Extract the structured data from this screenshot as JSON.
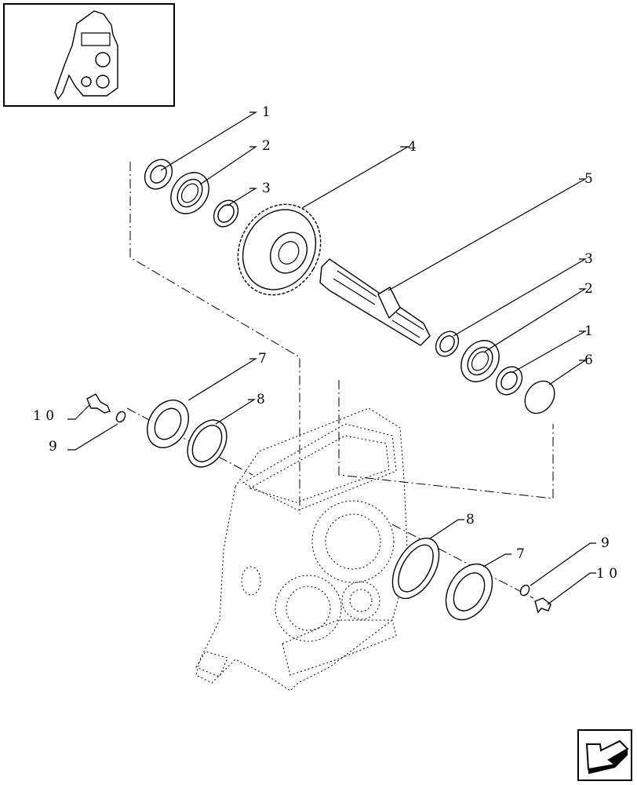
{
  "diagram": {
    "callouts": {
      "c1a": "1",
      "c2a": "2",
      "c3a": "3",
      "c4": "4",
      "c5": "5",
      "c3b": "3",
      "c2b": "2",
      "c1b": "1",
      "c6": "6",
      "c7a": "7",
      "c8a": "8",
      "c10a": "1 0",
      "c9a": "9",
      "c8b": "8",
      "c7b": "7",
      "c9b": "9",
      "c10b": "1 0"
    },
    "icons": {
      "thumbnail": "gearbox-thumbnail-icon",
      "nav": "next-page-arrow-icon"
    },
    "colors": {
      "ink": "#000000",
      "paper": "#ffffff"
    }
  }
}
